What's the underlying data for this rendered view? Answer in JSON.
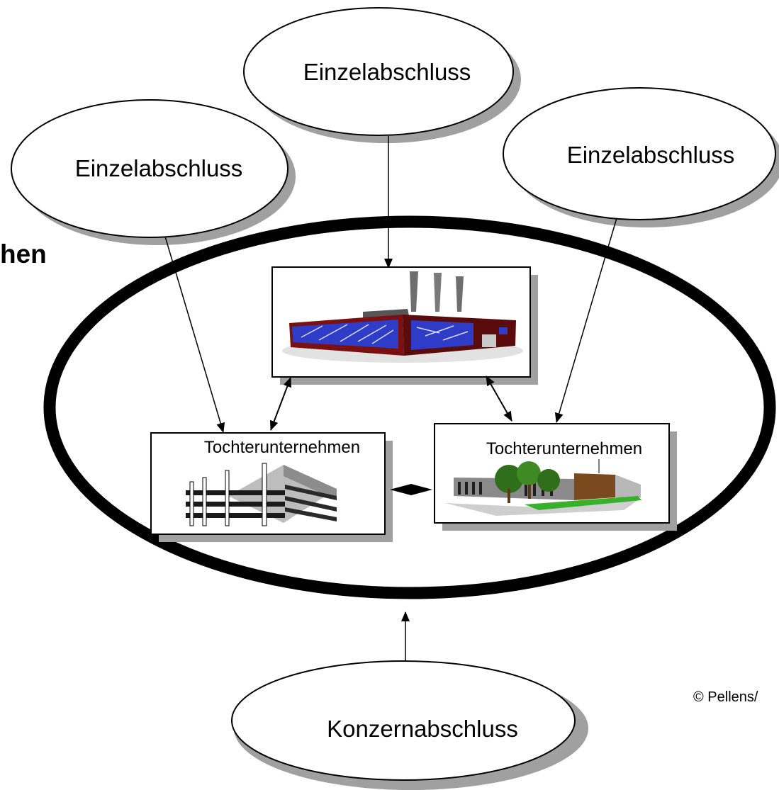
{
  "diagram": {
    "single_statements": [
      {
        "label": "Einzelabschluss"
      },
      {
        "label": "Einzelabschluss"
      },
      {
        "label": "Einzelabschluss"
      }
    ],
    "consolidated_statement": {
      "label": "Konzernabschluss"
    },
    "subsidiaries": [
      {
        "label": "Tochterunternehmen"
      },
      {
        "label": "Tochterunternehmen"
      }
    ],
    "side_label": "hen",
    "copyright": "© Pellens/"
  },
  "colors": {
    "outline": "#000000",
    "shadow": "#a0a0a0",
    "factory_wall": "#7a1010",
    "factory_glass": "#2e3cc8",
    "smokestack": "#6e6e6e"
  }
}
